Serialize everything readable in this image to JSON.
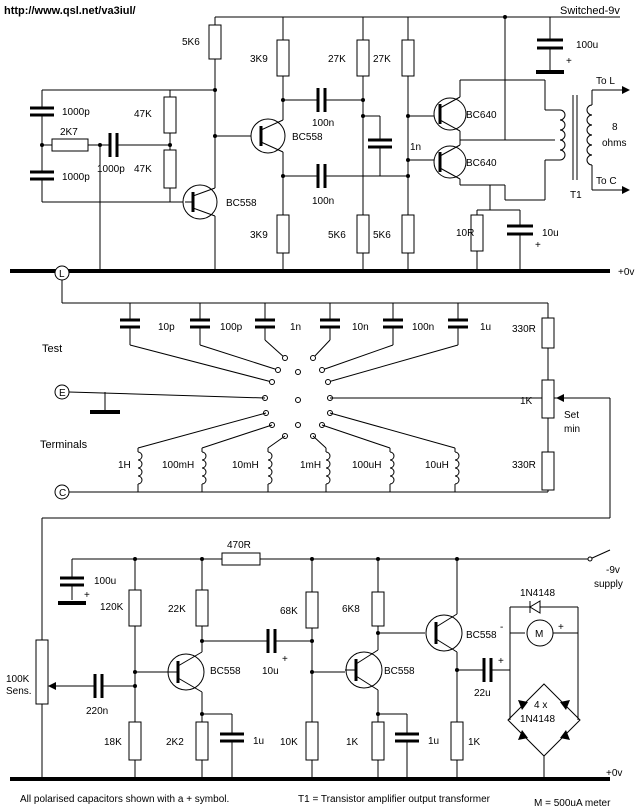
{
  "header": {
    "url": "http://www.qsl.net/va3iul/",
    "supply_label": "Switched-9v"
  },
  "oscillator": {
    "r_5k6_top": "5K6",
    "r_3k9_top": "3K9",
    "r_27k_a": "27K",
    "r_27k_b": "27K",
    "c_100u": "100u",
    "c_1000p_a": "1000p",
    "c_1000p_b": "1000p",
    "r_2k7": "2K7",
    "c_1000p_c": "1000p",
    "r_47k_a": "47K",
    "r_47k_b": "47K",
    "q_bc558_a": "BC558",
    "q_bc558_b": "BC558",
    "c_100n_a": "100n",
    "c_100n_b": "100n",
    "c_1n": "1n",
    "q_bc640_a": "BC640",
    "q_bc640_b": "BC640",
    "to_l": "To  L",
    "to_c": "To  C",
    "ohms_8": "8",
    "ohms_word": "ohms",
    "t1": "T1",
    "r_3k9_bot": "3K9",
    "r_5k6_a": "5K6",
    "r_5k6_b": "5K6",
    "r_10r": "10R",
    "c_10u": "10u",
    "gnd_label": "+0v"
  },
  "terminals": {
    "term_l": "L",
    "term_e": "E",
    "term_c": "C",
    "label_test": "Test",
    "label_terminals": "Terminals",
    "caps": [
      "10p",
      "100p",
      "1n",
      "10n",
      "100n",
      "1u"
    ],
    "inductors": [
      "1H",
      "100mH",
      "10mH",
      "1mH",
      "100uH",
      "10uH"
    ],
    "r_330_a": "330R",
    "r_1k_pot": "1K",
    "set_min_1": "Set",
    "set_min_2": "min",
    "r_330_b": "330R"
  },
  "detector": {
    "r_470r": "470R",
    "supply_1": "-9v",
    "supply_2": "supply",
    "c_100u": "100u",
    "r_120k": "120K",
    "r_22k": "22K",
    "r_68k": "68K",
    "r_6k8": "6K8",
    "d_top": "1N4148",
    "meter": "M",
    "pot_100k": "100K",
    "pot_sens": "Sens.",
    "q_bc558_a": "BC558",
    "c_10u": "10u",
    "q_bc558_b": "BC558",
    "q_bc558_c": "BC558",
    "c_220n": "220n",
    "c_22u": "22u",
    "bridge_4x": "4 x",
    "bridge_diode": "1N4148",
    "r_18k": "18K",
    "r_2k2": "2K2",
    "c_1u_a": "1u",
    "r_10k": "10K",
    "r_1k_a": "1K",
    "c_1u_b": "1u",
    "r_1k_b": "1K",
    "gnd_label": "+0v"
  },
  "footer": {
    "note_polarised": "All polarised capacitors shown with a + symbol.",
    "note_t1": "T1 = Transistor amplifier output transformer",
    "note_meter": "M = 500uA meter"
  }
}
